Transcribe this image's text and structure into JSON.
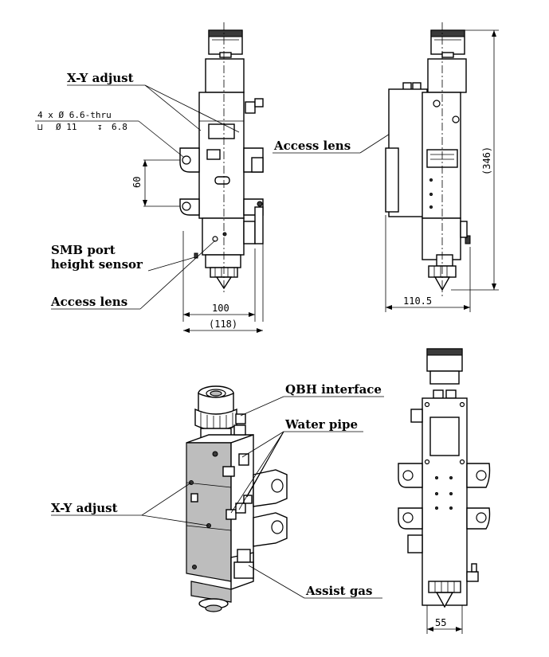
{
  "labels": {
    "xy_adjust_top": "X-Y adjust",
    "hole_spec_line1": "4 x Ø 6.6-thru",
    "hole_spec_line2_sym": "⊔",
    "hole_spec_line2_dia": "Ø 11",
    "hole_spec_line2_depth_sym": "↧",
    "hole_spec_line2_depth": "6.8",
    "access_lens_top": "Access lens",
    "smb_port_line1": "SMB port",
    "smb_port_line2": "height sensor",
    "access_lens_bottom": "Access lens",
    "qbh_interface": "QBH interface",
    "water_pipe": "Water pipe",
    "xy_adjust_bottom": "X-Y adjust",
    "assist_gas": "Assist gas"
  },
  "dimensions": {
    "hole_spacing": "60",
    "width_inner": "100",
    "width_outer": "(118)",
    "height_total": "(346)",
    "side_depth": "110.5",
    "back_width": "55"
  },
  "colors": {
    "line": "#000000",
    "shade": "#bdbdbd",
    "background": "#ffffff"
  }
}
